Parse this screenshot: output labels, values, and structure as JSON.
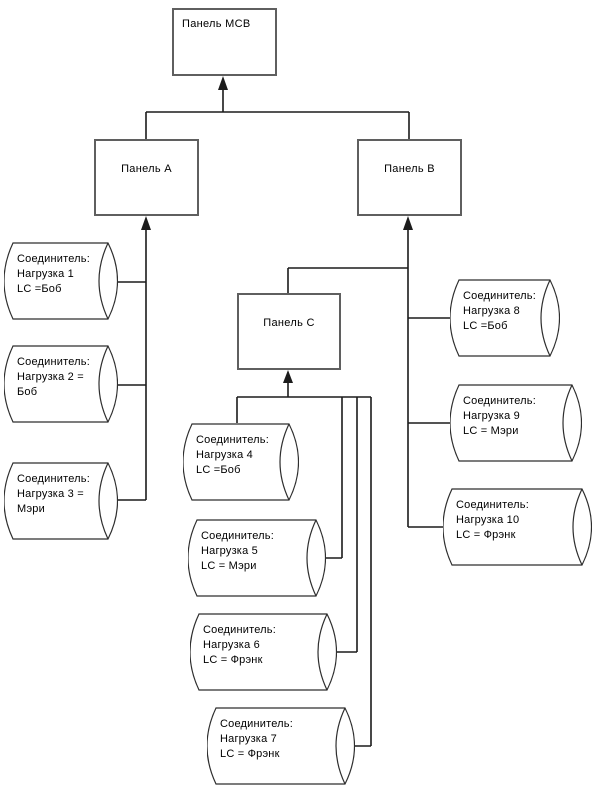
{
  "colors": {
    "background": "#ffffff",
    "line": "#1c1c1c",
    "box_border": "#5f5f5f",
    "shape_stroke": "#2e2e2e",
    "text": "#000000"
  },
  "panels": [
    {
      "name": "mcb",
      "label": "Панель MCB"
    },
    {
      "name": "a",
      "label": "Панель A"
    },
    {
      "name": "b",
      "label": "Панель B"
    },
    {
      "name": "c",
      "label": "Панель C"
    }
  ],
  "connectors": [
    {
      "line1": "Соединитель:",
      "line2": "Нагрузка 1",
      "line3": "LC =Боб"
    },
    {
      "line1": "Соединитель:",
      "line2": "Нагрузка 2 =",
      "line3": "Боб"
    },
    {
      "line1": "Соединитель:",
      "line2": "Нагрузка 3 =",
      "line3": "Мэри"
    },
    {
      "line1": "Соединитель:",
      "line2": "Нагрузка 4",
      "line3": "LC =Боб"
    },
    {
      "line1": "Соединитель:",
      "line2": "Нагрузка 5",
      "line3": "LC = Мэри"
    },
    {
      "line1": "Соединитель:",
      "line2": "Нагрузка 6",
      "line3": "LC = Фрэнк"
    },
    {
      "line1": "Соединитель:",
      "line2": "Нагрузка 7",
      "line3": "LC = Фрэнк"
    },
    {
      "line1": "Соединитель:",
      "line2": "Нагрузка 8",
      "line3": "LC =Боб"
    },
    {
      "line1": "Соединитель:",
      "line2": "Нагрузка 9",
      "line3": "LC = Мэри"
    },
    {
      "line1": "Соединитель:",
      "line2": "Нагрузка 10",
      "line3": "LC = Фрэнк"
    }
  ]
}
